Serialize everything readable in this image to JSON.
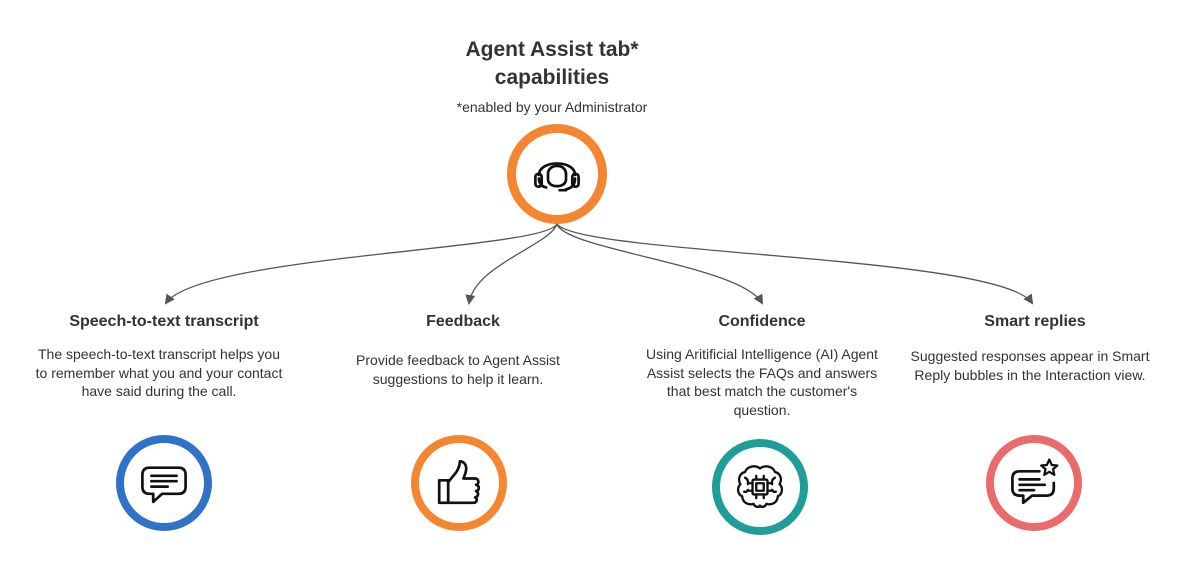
{
  "header": {
    "title_line1": "Agent Assist tab*",
    "title_line2": "capabilities",
    "subtitle": "*enabled by your Administrator",
    "icon": "headset-icon",
    "ring_color": "#F58631"
  },
  "capabilities": [
    {
      "title": "Speech-to-text transcript",
      "description": "The speech-to-text transcript helps you to remember what you and your contact have said during the call.",
      "icon": "chat-bubble-icon",
      "ring_color": "#2F73C9"
    },
    {
      "title": "Feedback",
      "description": "Provide feedback to Agent Assist suggestions to help it learn.",
      "icon": "thumbs-up-icon",
      "ring_color": "#F58631"
    },
    {
      "title": "Confidence",
      "description": "Using Aritificial Intelligence (AI) Agent Assist selects the FAQs and answers that best match the customer's question.",
      "icon": "ai-brain-icon",
      "ring_color": "#1E9E96"
    },
    {
      "title": "Smart replies",
      "description": "Suggested responses appear in Smart Reply bubbles in the Interaction view.",
      "icon": "chat-star-icon",
      "ring_color": "#E96B6B"
    }
  ],
  "connector_color": "#555555"
}
